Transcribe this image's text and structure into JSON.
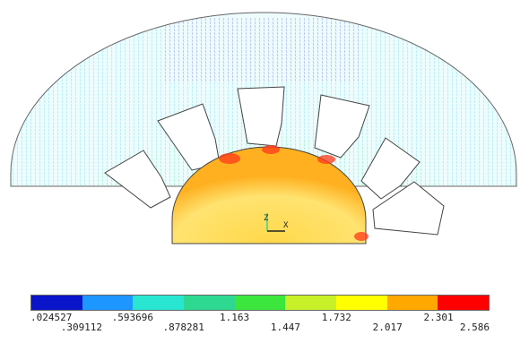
{
  "plot": {
    "axis_triad": {
      "z_label": "Z",
      "x_label": "X"
    },
    "vector_color_by_magnitude": true
  },
  "legend": {
    "colors": [
      "#0a14c8",
      "#1e96ff",
      "#28e6d2",
      "#2ed890",
      "#3ce63c",
      "#c8f028",
      "#ffff00",
      "#ffa800",
      "#ff0000"
    ],
    "labels": [
      ".024527",
      ".309112",
      ".593696",
      ".878281",
      "1.163",
      "1.447",
      "1.732",
      "2.017",
      "2.301",
      "2.586"
    ]
  }
}
